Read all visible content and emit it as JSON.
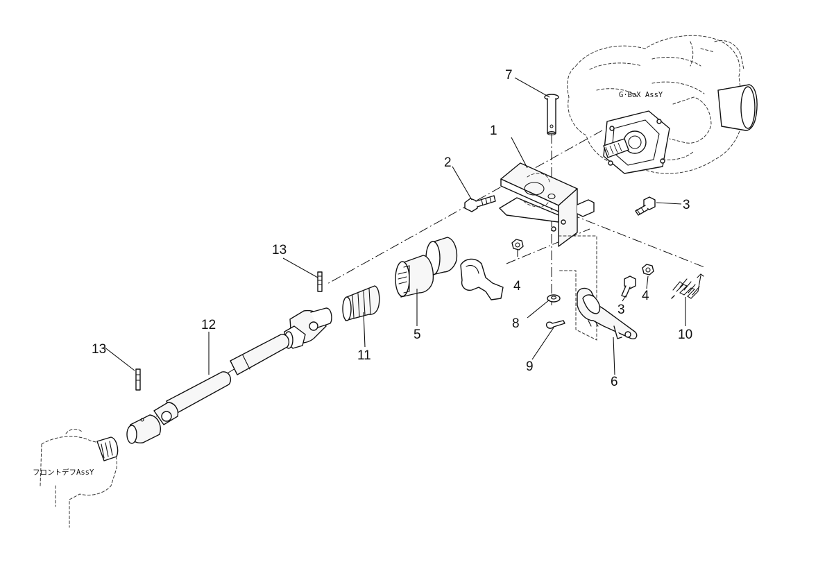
{
  "labels": {
    "gearbox_assy": "G·BoX AssY",
    "front_diff_assy": "フロントデフAssY"
  },
  "callouts": {
    "c1": "1",
    "c2": "2",
    "c3a": "3",
    "c3b": "3",
    "c4a": "4",
    "c4b": "4",
    "c5": "5",
    "c6": "6",
    "c7": "7",
    "c8": "8",
    "c9": "9",
    "c10": "10",
    "c11": "11",
    "c12": "12",
    "c13a": "13",
    "c13b": "13"
  },
  "colors": {
    "line": "#111111",
    "background": "#ffffff"
  }
}
